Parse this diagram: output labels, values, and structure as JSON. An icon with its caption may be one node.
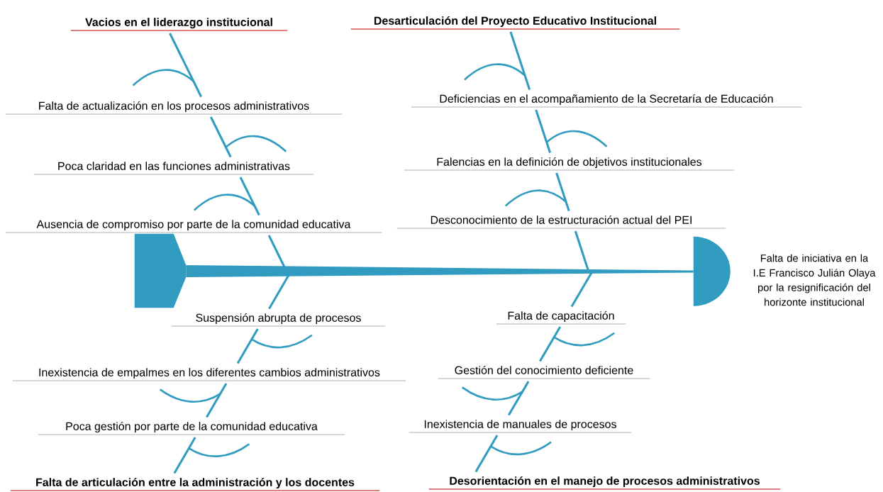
{
  "diagram": {
    "nodes": [
      {
        "text": [
          "Vacios en el liderazgo institucional"
        ]
      },
      {
        "text": [
          "Desarticulación del Proyecto Educativo Institucional"
        ]
      },
      {
        "text": [
          "Falta de actualización en los procesos administrativos"
        ]
      },
      {
        "text": [
          "Deficiencias en el acompañamiento de la Secretaría de Educación"
        ]
      },
      {
        "text": [
          "Poca claridad en las funciones administrativas"
        ]
      },
      {
        "text": [
          "Falencias en la definición de objetivos institucionales"
        ]
      },
      {
        "text": [
          "Ausencia de compromiso por parte de la comunidad educativa"
        ]
      },
      {
        "text": [
          "Desconocimiento de la estructuración actual del PEI"
        ]
      },
      {
        "text": [],
        "shape": "tail"
      },
      {
        "text": [],
        "shape": "semicircle",
        "beside": [
          "Falta de iniciativa en la I.E Francisco Julián Olaya por la resignificación del horizonte institucional"
        ]
      },
      {
        "text": [
          "Suspensión abrupta de procesos"
        ]
      },
      {
        "text": [
          "Falta de capacitación"
        ]
      },
      {
        "text": [
          "Inexistencia de empalmes en los diferentes cambios administrativos"
        ]
      },
      {
        "text": [
          "Gestión del conocimiento deficiente"
        ]
      },
      {
        "text": [
          "Poca gestión por parte de la comunidad educativa"
        ]
      },
      {
        "text": [
          "Inexistencia de manuales de procesos"
        ]
      },
      {
        "text": [
          "Falta de articulación entre la administración y los docentes"
        ]
      },
      {
        "text": [
          "Desorientación en el manejo de procesos administrativos"
        ]
      }
    ],
    "edges": [
      {
        "from": 0,
        "to": 2,
        "arrow": "none"
      },
      {
        "from": 2,
        "to": 4,
        "arrow": "none"
      },
      {
        "from": 4,
        "to": 6,
        "arrow": "none"
      },
      {
        "from": 6,
        "to": null,
        "arrow": "none"
      },
      {
        "from": 1,
        "to": 3,
        "arrow": "none"
      },
      {
        "from": 3,
        "to": 5,
        "arrow": "none"
      },
      {
        "from": 5,
        "to": 7,
        "arrow": "none"
      },
      {
        "from": 7,
        "to": null,
        "arrow": "none"
      },
      {
        "from": 8,
        "to": 9,
        "arrow": "none",
        "style": "thick"
      },
      {
        "from": 16,
        "to": 14,
        "arrow": "none"
      },
      {
        "from": 14,
        "to": 12,
        "arrow": "none"
      },
      {
        "from": 12,
        "to": 10,
        "arrow": "none"
      },
      {
        "from": 10,
        "to": null,
        "arrow": "none"
      },
      {
        "from": 17,
        "to": 15,
        "arrow": "none"
      },
      {
        "from": 15,
        "to": 13,
        "arrow": "none"
      },
      {
        "from": 13,
        "to": 11,
        "arrow": "none"
      },
      {
        "from": 11,
        "to": null,
        "arrow": "none"
      }
    ]
  }
}
